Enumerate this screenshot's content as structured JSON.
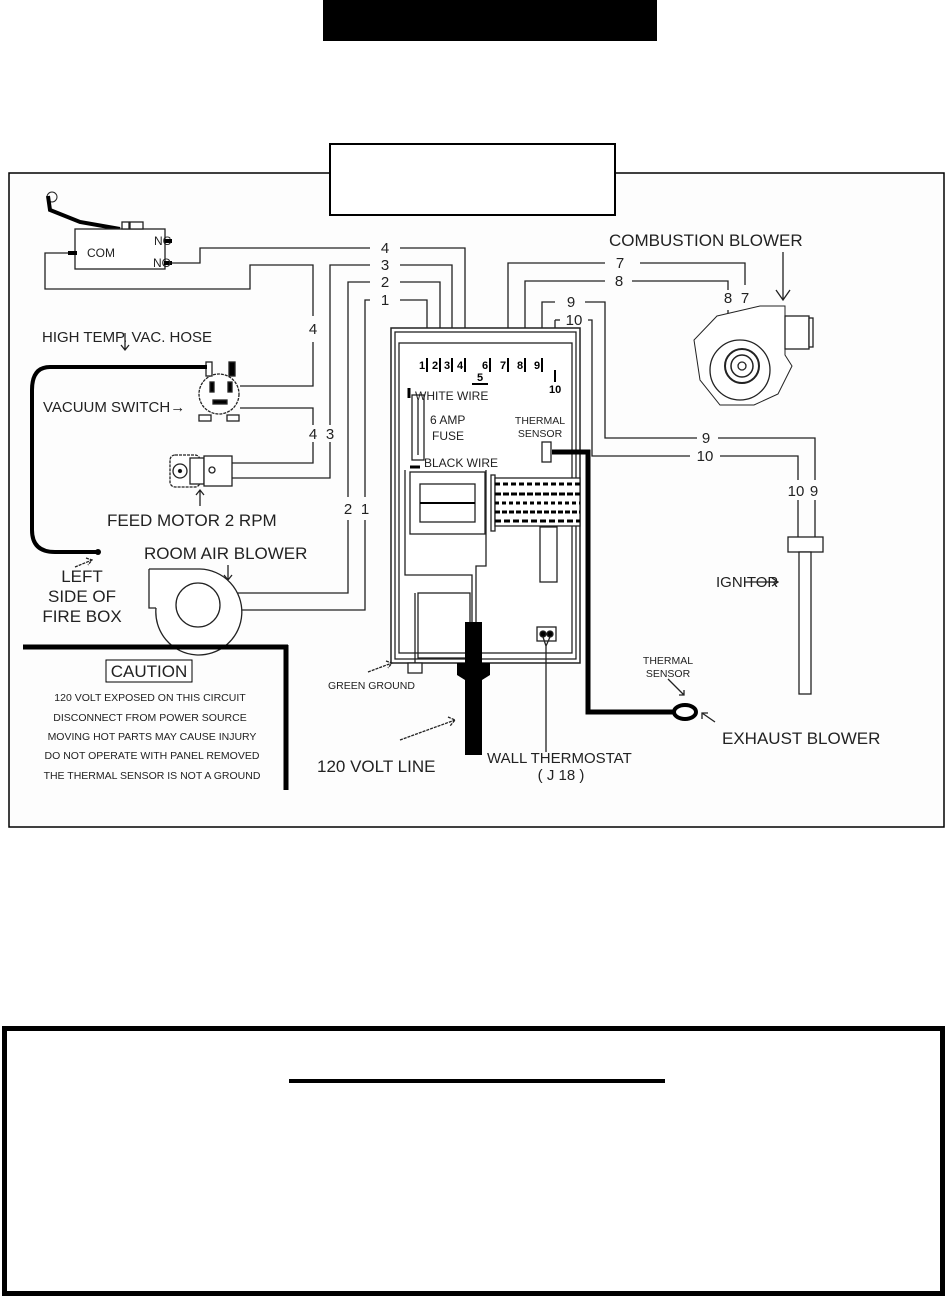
{
  "header": {
    "title_bar_text": "",
    "diagram_caption_text": ""
  },
  "switch": {
    "com": "COM",
    "nc": "NC",
    "no": "NO"
  },
  "labels": {
    "hose": "HIGH TEMP. VAC. HOSE",
    "vacuum_switch": "VACUUM SWITCH→",
    "feed_motor": "FEED MOTOR 2 RPM",
    "room_air_blower": "ROOM AIR BLOWER",
    "left_side_1": "LEFT",
    "left_side_2": "SIDE OF",
    "left_side_3": "FIRE BOX",
    "combustion_blower": "COMBUSTION BLOWER",
    "white_wire": "WHITE WIRE",
    "fuse_1": "6 AMP",
    "fuse_2": "FUSE",
    "black_wire": "BLACK WIRE",
    "thermal_sensor_board_1": "THERMAL",
    "thermal_sensor_board_2": "SENSOR",
    "ignitor": "IGNITOR",
    "thermal_sensor_exhaust_1": "THERMAL",
    "thermal_sensor_exhaust_2": "SENSOR",
    "exhaust_blower": "EXHAUST BLOWER",
    "green_ground": "GREEN GROUND",
    "volt_line": "120 VOLT LINE",
    "wall_thermostat": "WALL THERMOSTAT",
    "wall_thermostat_id": "( J 18 )"
  },
  "wire_numbers": {
    "w1": "1",
    "w2": "2",
    "w3": "3",
    "w4": "4",
    "w5": "5",
    "w6": "6",
    "w7": "7",
    "w8": "8",
    "w9": "9",
    "w10": "10"
  },
  "caution": {
    "title": "CAUTION",
    "lines": [
      "120 VOLT EXPOSED ON THIS CIRCUIT",
      "DISCONNECT FROM POWER SOURCE",
      "MOVING HOT PARTS MAY CAUSE INJURY",
      "DO NOT OPERATE WITH PANEL REMOVED",
      "THE THERMAL SENSOR IS NOT A GROUND"
    ]
  },
  "notes": {
    "heading": ""
  }
}
